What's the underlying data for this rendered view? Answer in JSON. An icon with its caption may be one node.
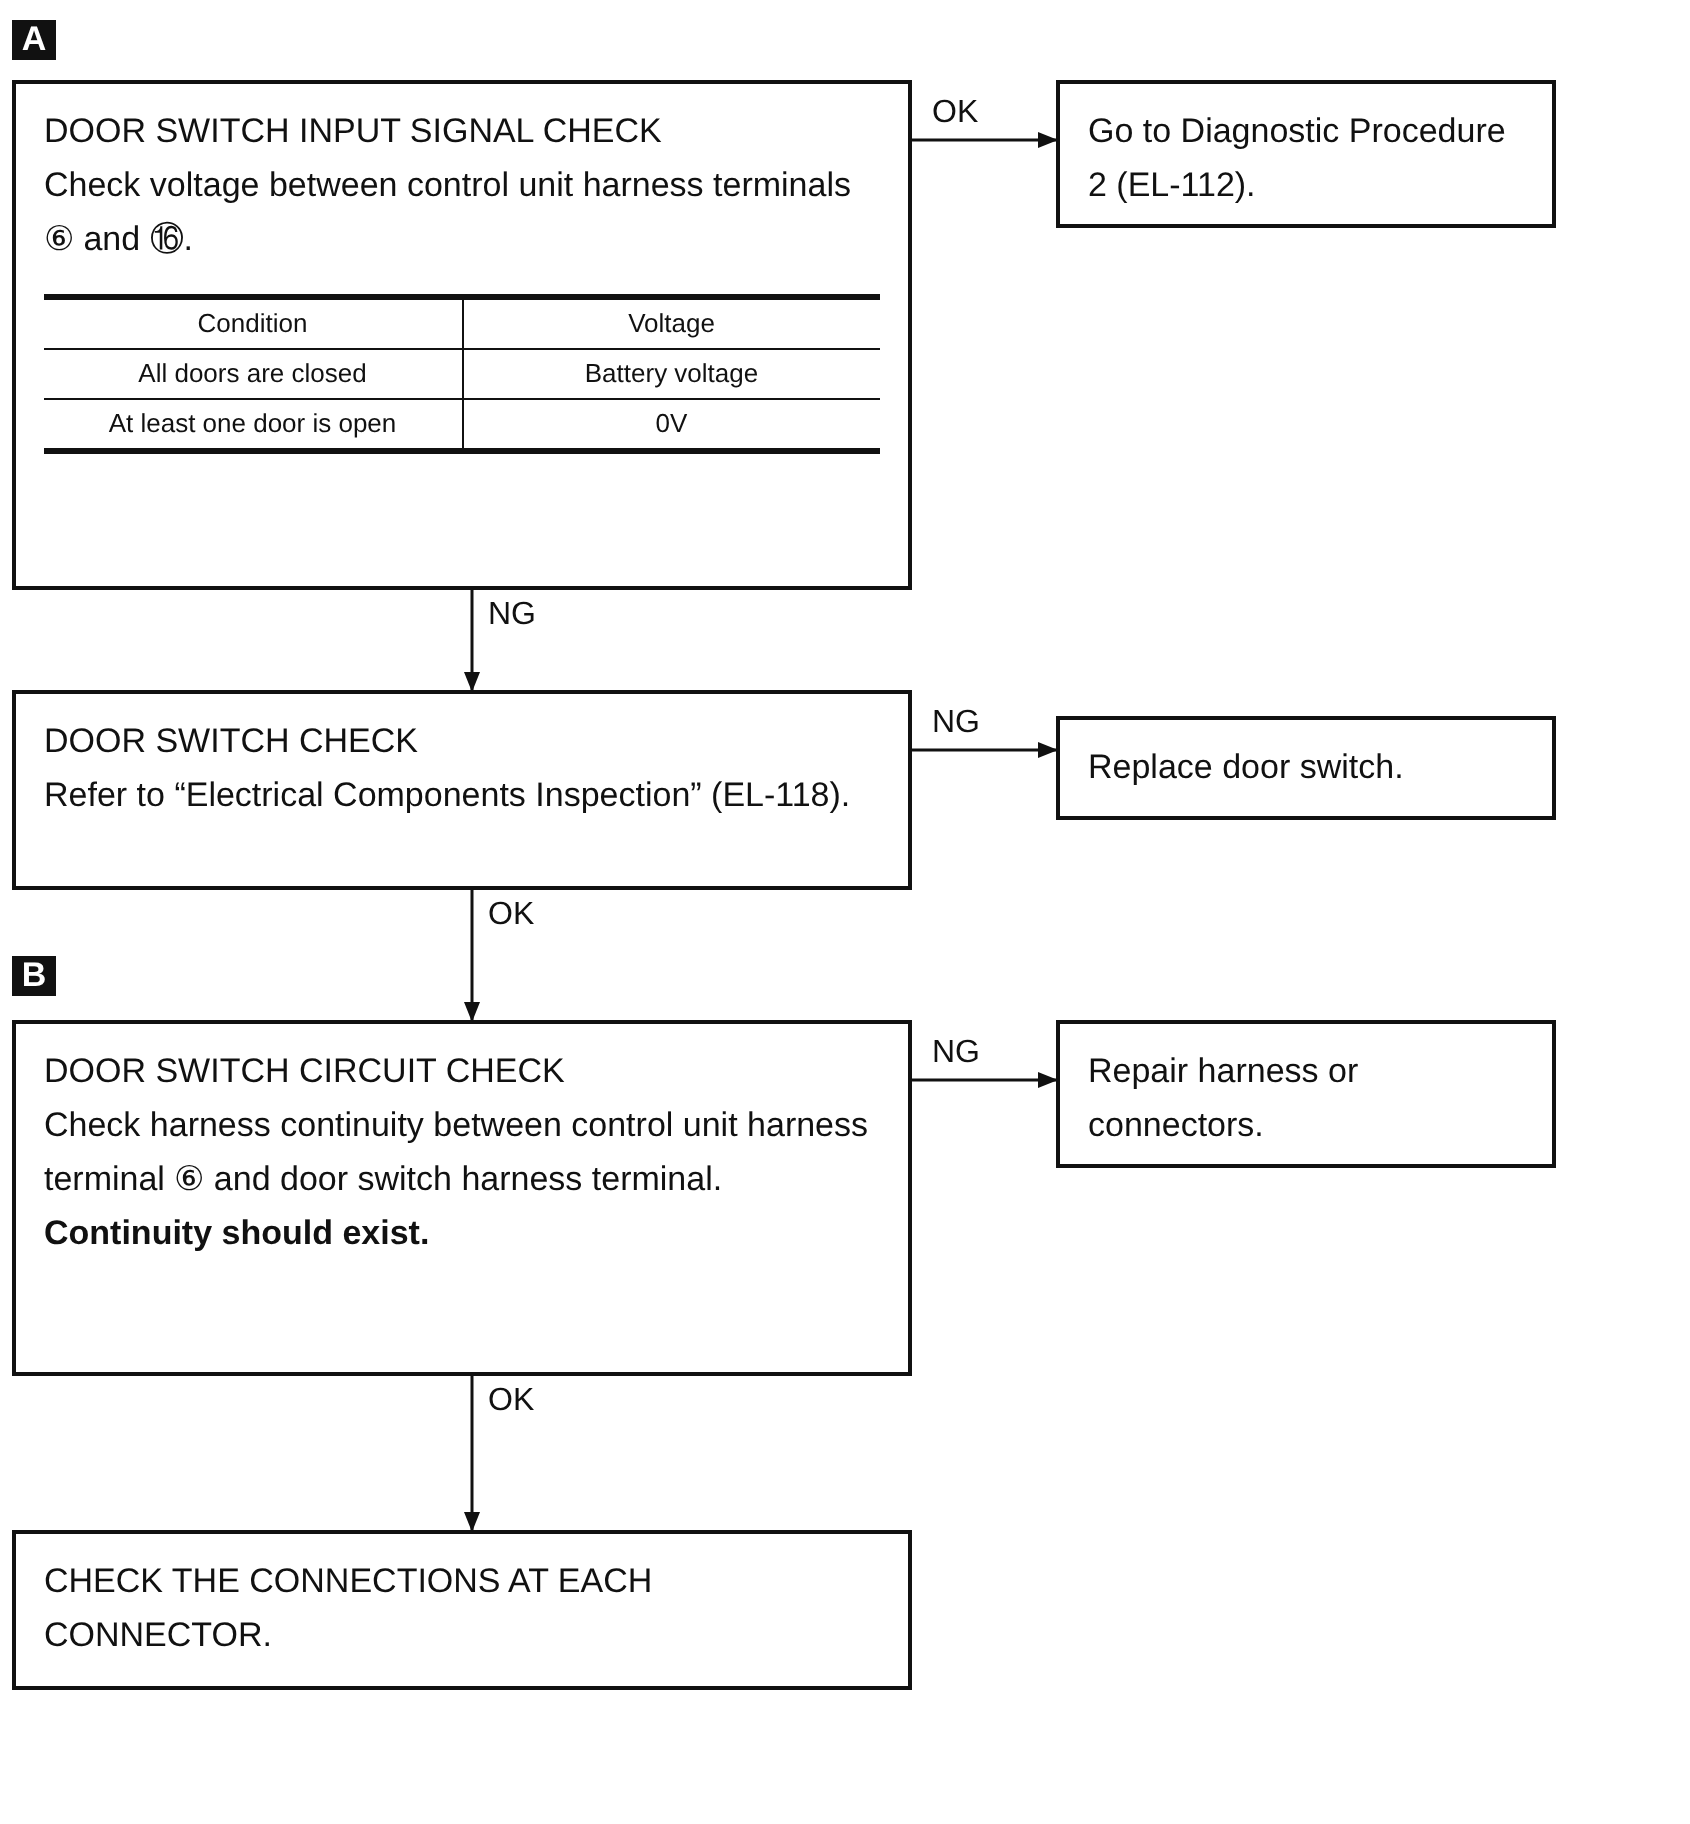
{
  "diagram": {
    "nodes": [
      {
        "text": [
          "DOOR SWITCH INPUT SIGNAL CHECK",
          "Check voltage between control unit harness terminals ⑥ and ⑯."
        ]
      },
      {
        "text": [
          "Go to Diagnostic Procedure 2 (EL-112)."
        ]
      },
      {
        "text": [
          "DOOR SWITCH CHECK",
          "Refer to “Electrical Components Inspection” (EL-118)."
        ]
      },
      {
        "text": [
          "Replace door switch."
        ]
      },
      {
        "text": [
          "DOOR SWITCH CIRCUIT CHECK",
          "Check harness continuity between control unit harness terminal ⑥ and door switch harness terminal.",
          "Continuity should exist."
        ]
      },
      {
        "text": [
          "Repair harness or connectors."
        ]
      },
      {
        "text": [
          "CHECK THE CONNECTIONS AT EACH CONNECTOR."
        ]
      }
    ],
    "edges": [
      {
        "from": 0,
        "to": 1,
        "arrow": "to",
        "label": "OK"
      },
      {
        "from": 0,
        "to": 2,
        "arrow": "to",
        "label": "NG"
      },
      {
        "from": 2,
        "to": 3,
        "arrow": "to",
        "label": "NG"
      },
      {
        "from": 2,
        "to": 4,
        "arrow": "to",
        "label": "OK"
      },
      {
        "from": 4,
        "to": 5,
        "arrow": "to",
        "label": "NG"
      },
      {
        "from": 4,
        "to": 6,
        "arrow": "to",
        "label": "OK"
      }
    ],
    "labels": [
      "A",
      "Condition",
      "Voltage",
      "All doors are closed",
      "Battery voltage",
      "At least one door is open",
      "0V",
      "B"
    ]
  }
}
